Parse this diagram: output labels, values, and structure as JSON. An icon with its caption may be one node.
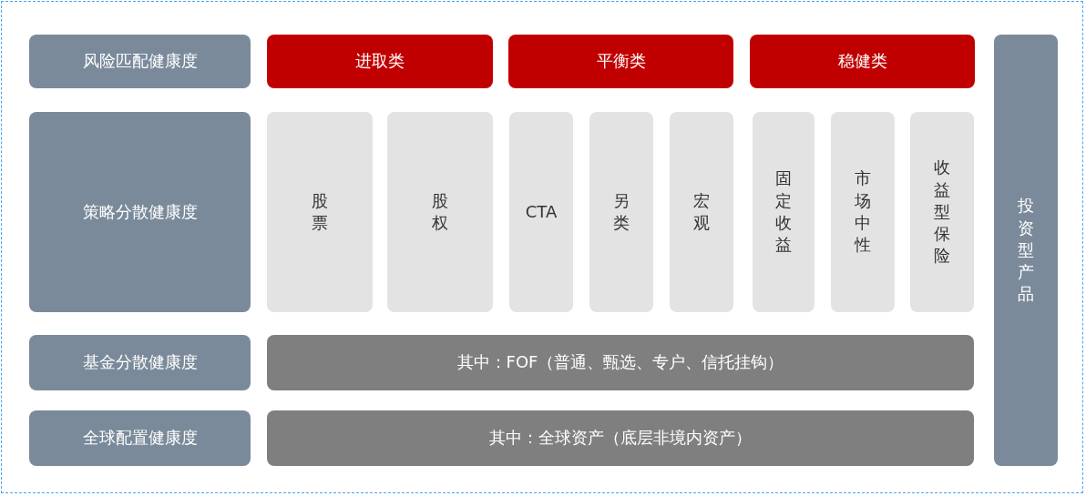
{
  "diagram": {
    "nodes": [
      {
        "text": [
          "风险匹配健康度"
        ]
      },
      {
        "text": [
          "进取类"
        ]
      },
      {
        "text": [
          "平衡类"
        ]
      },
      {
        "text": [
          "稳健类"
        ]
      },
      {
        "text": [
          "投资型产品"
        ]
      },
      {
        "text": [
          "策略分散健康度"
        ]
      },
      {
        "text": [
          "股票"
        ]
      },
      {
        "text": [
          "股权"
        ]
      },
      {
        "text": [
          "CTA"
        ]
      },
      {
        "text": [
          "另类"
        ]
      },
      {
        "text": [
          "宏观"
        ]
      },
      {
        "text": [
          "固定收益"
        ]
      },
      {
        "text": [
          "市场中性"
        ]
      },
      {
        "text": [
          "收益型保险"
        ]
      },
      {
        "text": [
          "基金分散健康度"
        ]
      },
      {
        "text": [
          "其中：FOF（普通、甄选、专户、信托挂钩）"
        ]
      },
      {
        "text": [
          "全球配置健康度"
        ]
      },
      {
        "text": [
          "其中：全球资产（底层非境内资产）"
        ]
      }
    ],
    "edges": []
  }
}
